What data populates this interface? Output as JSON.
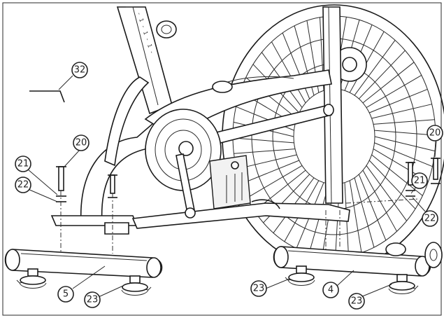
{
  "callouts": {
    "allen_key": "32",
    "bolt_left": "20",
    "spring_washer_left": "21",
    "flat_washer_left": "22",
    "bolt_right": "20",
    "spring_washer_right": "21",
    "flat_washer_right": "22",
    "rear_stabilizer": "5",
    "front_stabilizer": "4",
    "foot_rear_left": "23",
    "foot_front_left": "23",
    "foot_front_right": "23"
  }
}
